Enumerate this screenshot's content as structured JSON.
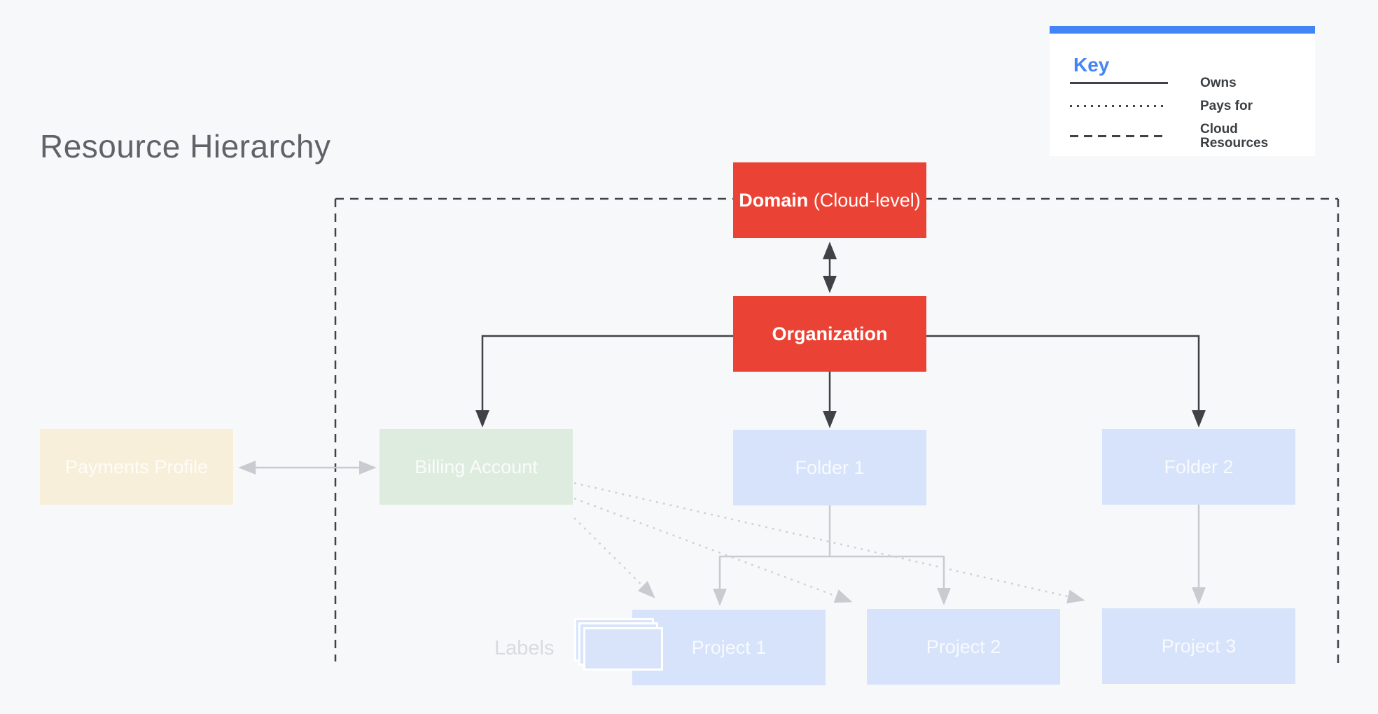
{
  "title": "Resource Hierarchy",
  "legend": {
    "title": "Key",
    "items": [
      {
        "style": "solid",
        "label": "Owns"
      },
      {
        "style": "dotted",
        "label": "Pays for"
      },
      {
        "style": "dashed",
        "label": "Cloud Resources"
      }
    ]
  },
  "nodes": {
    "domain": {
      "label_bold": "Domain",
      "label_rest": " (Cloud-level)"
    },
    "organization": {
      "label": "Organization"
    },
    "payments_profile": {
      "label": "Payments Profile"
    },
    "billing_account": {
      "label": "Billing Account"
    },
    "folder1": {
      "label": "Folder 1"
    },
    "folder2": {
      "label": "Folder 2"
    },
    "project1": {
      "label": "Project 1"
    },
    "project2": {
      "label": "Project 2"
    },
    "project3": {
      "label": "Project 3"
    },
    "labels_caption": "Labels"
  },
  "colors": {
    "background": "#F7F8FA",
    "accent_blue": "#4285F4",
    "node_red": "#EA4335",
    "node_green": "#DEEBDF",
    "node_cream": "#F8EFDA",
    "node_blue": "#D7E3FB",
    "dark_line": "#3F4246",
    "light_line": "#C8CBCF",
    "dotted_line": "#CFD2D6"
  }
}
